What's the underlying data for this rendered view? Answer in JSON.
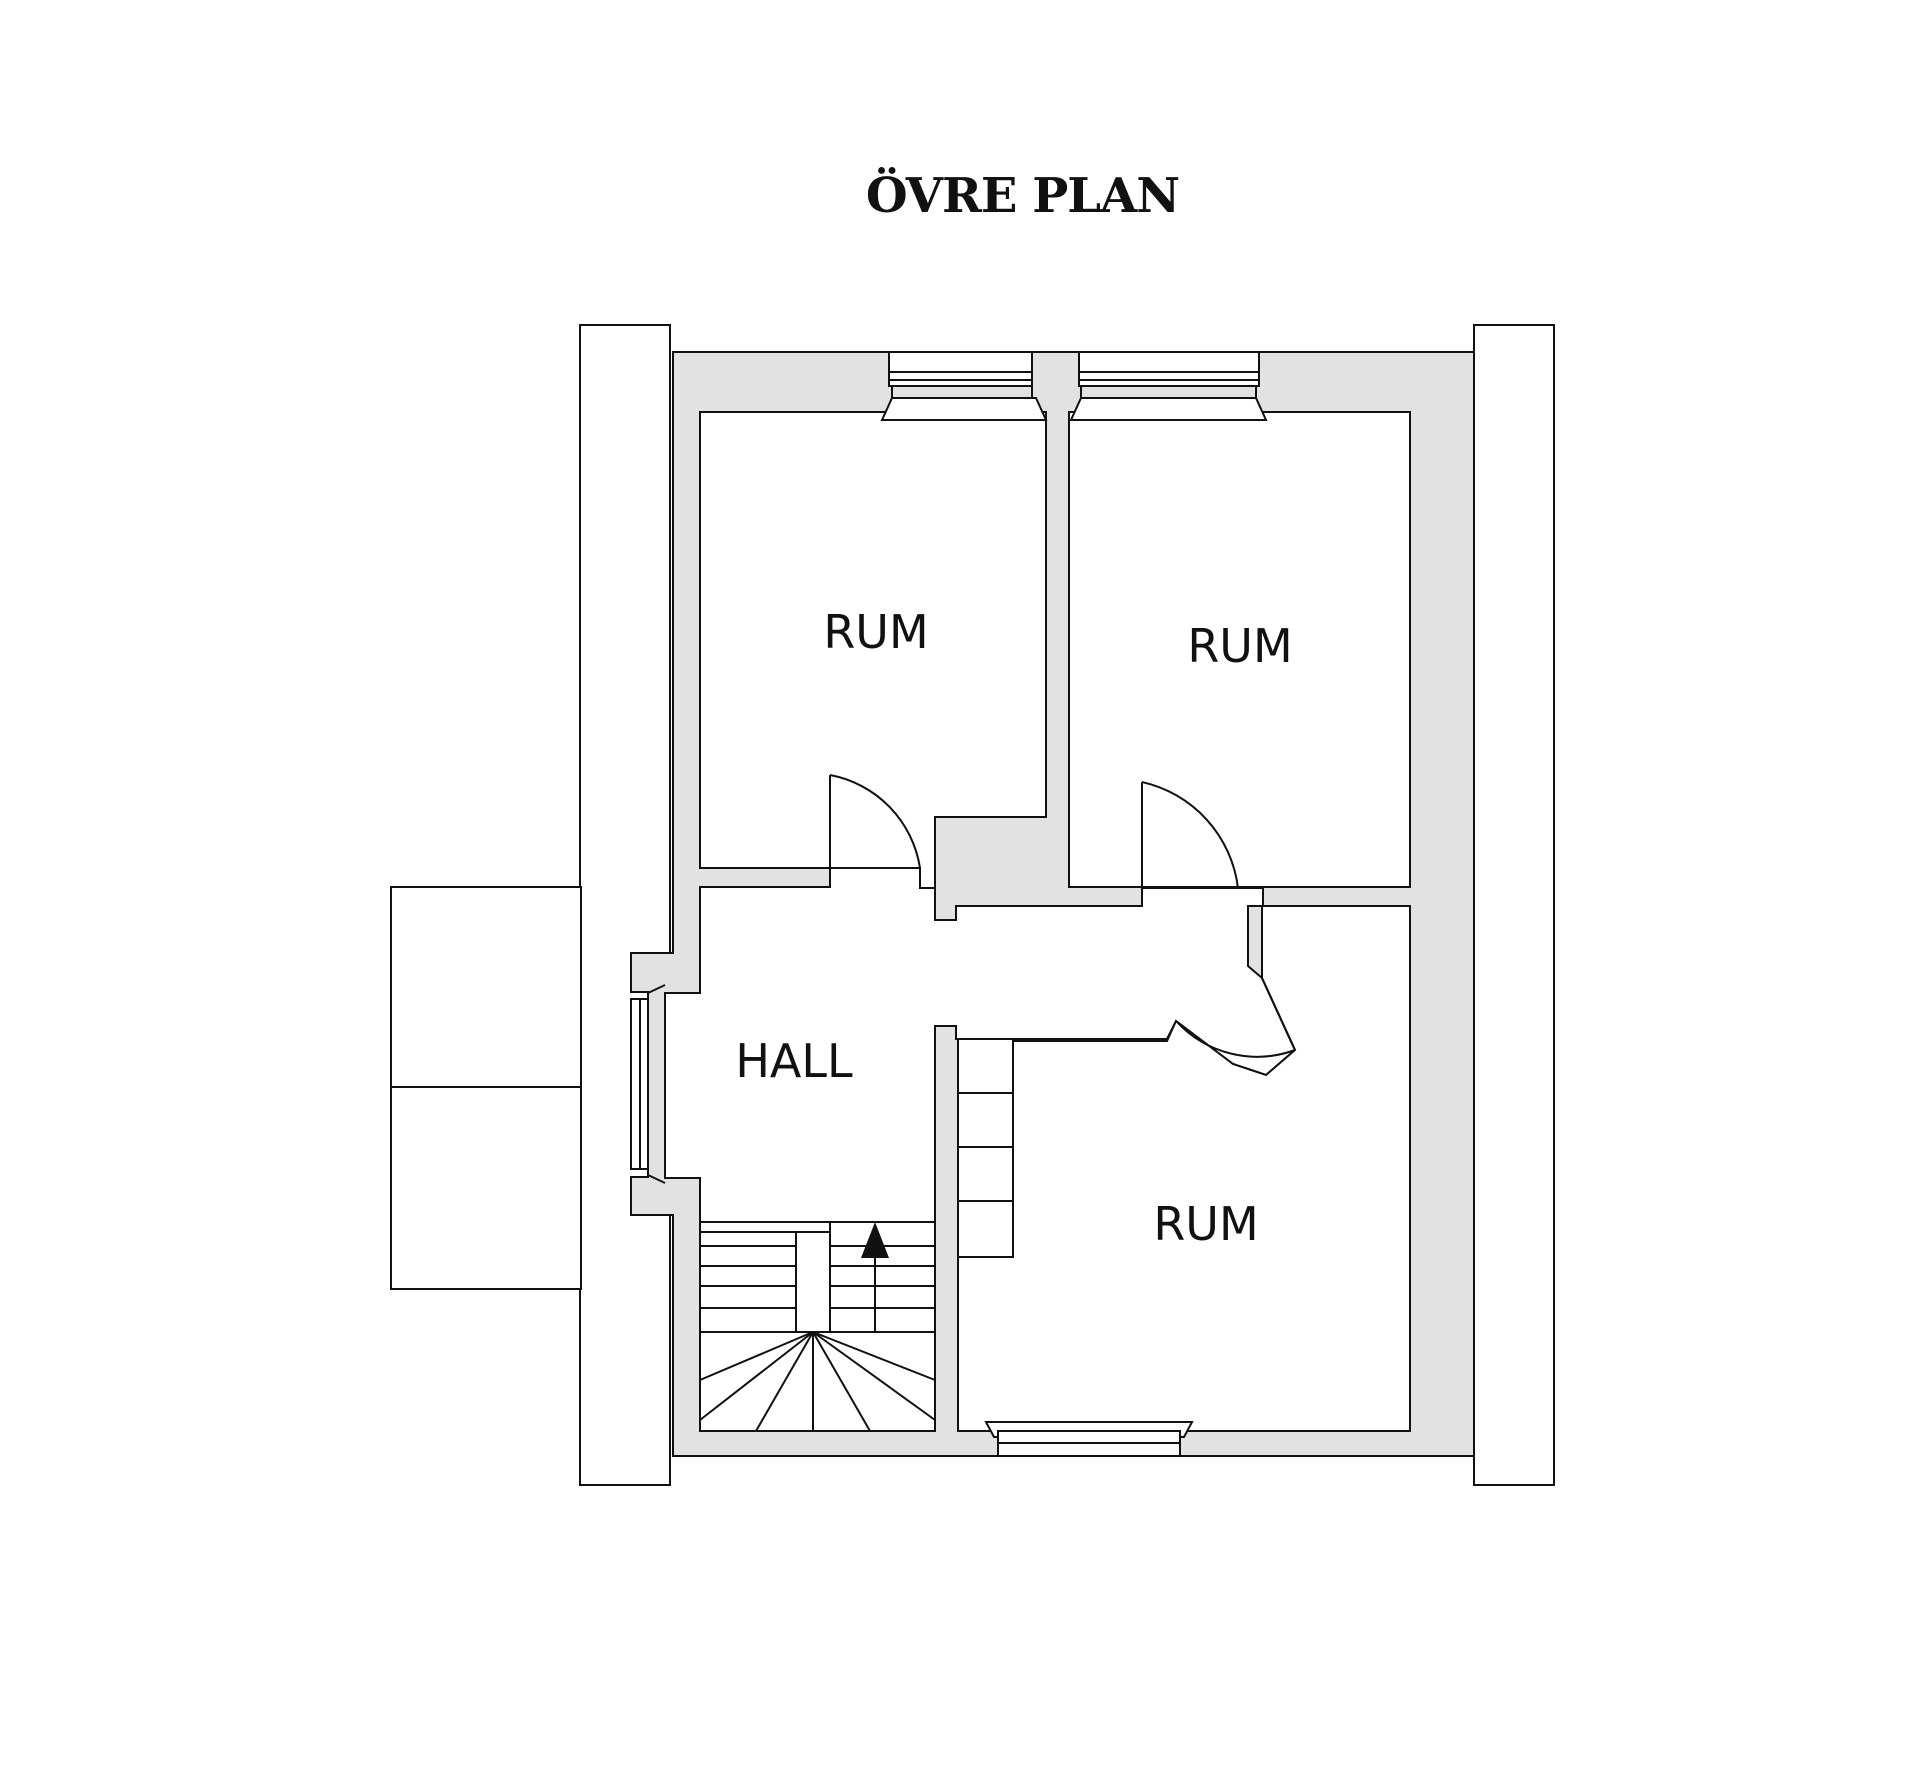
{
  "title": "ÖVRE PLAN",
  "rooms": [
    {
      "id": "rum-1",
      "label": "RUM"
    },
    {
      "id": "rum-2",
      "label": "RUM"
    },
    {
      "id": "hall",
      "label": "HALL"
    },
    {
      "id": "rum-3",
      "label": "RUM"
    }
  ],
  "colors": {
    "wall": "#e2e2e2",
    "line": "#111111",
    "background": "#ffffff"
  },
  "icons": {
    "stair_direction": "arrow-up-icon"
  }
}
